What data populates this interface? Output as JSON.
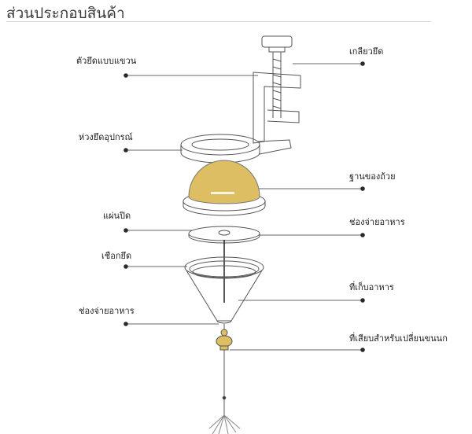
{
  "title": "ส่วนประกอบสินค้า",
  "labels_left": [
    "ตัวยึดแบบแขวน",
    "ห่วงยึดอุปกรณ์",
    "แผ่นปิด",
    "เชือกยึด",
    "ช่องจ่ายอาหาร"
  ],
  "labels_right": [
    "เกลียวยึด",
    "ฐานของถ้วย",
    "ช่องจ่ายอาหาร",
    "ที่เก็บอาหาร",
    "ที่เสียบสำหรับเปลี่ยนขนนก"
  ],
  "colors": {
    "gold": "#DDBE63",
    "line": "#555555",
    "dot": "#2a2a2a"
  }
}
